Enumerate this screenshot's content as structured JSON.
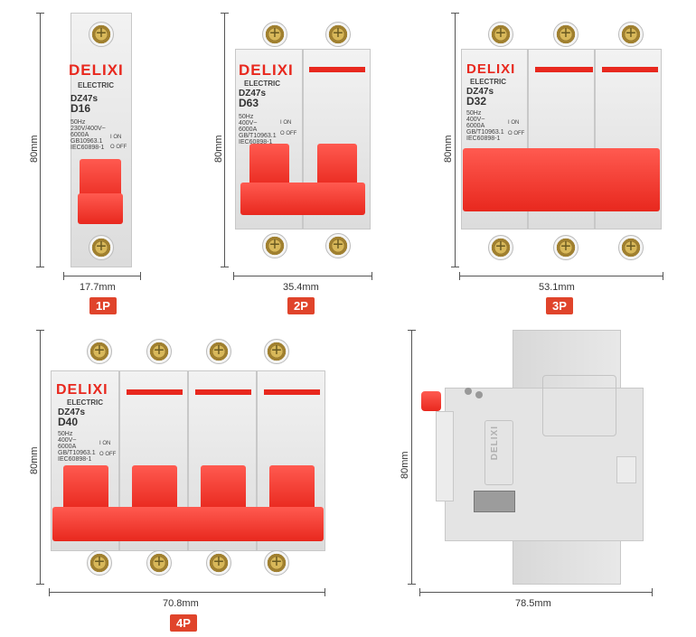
{
  "colors": {
    "accent": "#e0442b",
    "breaker_red": "#e8281e",
    "body_gray": "#e6e6e6"
  },
  "panels": [
    {
      "id": "1p",
      "badge": "1P",
      "width_label": "17.7mm",
      "height_label": "80mm",
      "brand": "DELIXI",
      "brand_sub": "ELECTRIC",
      "model": "DZ47s",
      "rating": "D16",
      "specs": "50Hz\n230V/400V~\n6000A\nGB10963.1\nIEC60898-1",
      "on": "I ON",
      "off": "O OFF"
    },
    {
      "id": "2p",
      "badge": "2P",
      "width_label": "35.4mm",
      "height_label": "80mm",
      "brand": "DELIXI",
      "brand_sub": "ELECTRIC",
      "model": "DZ47s",
      "rating": "D63",
      "specs": "50Hz\n400V~\n6000A\nGB/T10963.1\nIEC60898-1",
      "on": "I ON",
      "off": "O OFF"
    },
    {
      "id": "3p",
      "badge": "3P",
      "width_label": "53.1mm",
      "height_label": "80mm",
      "brand": "DELIXI",
      "brand_sub": "ELECTRIC",
      "model": "DZ47s",
      "rating": "D32",
      "specs": "50Hz\n400V~\n6000A\nGB/T10963.1\nIEC60898-1",
      "on": "I ON",
      "off": "O OFF"
    },
    {
      "id": "4p",
      "badge": "4P",
      "width_label": "70.8mm",
      "height_label": "80mm",
      "brand": "DELIXI",
      "brand_sub": "ELECTRIC",
      "model": "DZ47s",
      "rating": "D40",
      "specs": "50Hz\n400V~\n6000A\nGB/T10963.1\nIEC60898-1",
      "on": "I ON",
      "off": "O OFF"
    },
    {
      "id": "side",
      "width_label": "78.5mm",
      "height_label": "80mm",
      "side_text": "DELIXI"
    }
  ]
}
